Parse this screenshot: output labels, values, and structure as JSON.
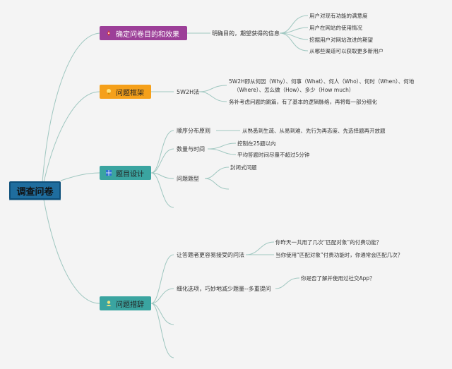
{
  "root": {
    "label": "调查问卷"
  },
  "topics": [
    {
      "label": "确定问卷目的和效果",
      "icon": "compass-icon",
      "color": "#9c3f98",
      "sub": [
        {
          "label": "明确目的，期望获得的信息",
          "items": [
            "用户对现有功能的满意度",
            "用户在网站的使用情况",
            "挖掘用户对网站改进的期望",
            "从哪些渠道可以获取更多新用户"
          ]
        }
      ]
    },
    {
      "label": "问题框架",
      "icon": "lightbulb-icon",
      "color": "#f5a01a",
      "sub": [
        {
          "label": "5W2H法",
          "items": [
            "5W2H即从何因（Why）、何事（What）、何人（Who）、何时（When）、何地",
            "（Where）、怎么做（How）、多少（How much）",
            "务补考虑问题的跳篇，有了基本的逻辑脉络，再将每一部分细化"
          ]
        }
      ]
    },
    {
      "label": "题目设计",
      "icon": "grid-icon",
      "color": "#3aa4a0",
      "sub": [
        {
          "label": "顺序分布原则",
          "items": [
            "从熟悉到生疏、从易到难、先行为再态度、先选择题再开放题"
          ]
        },
        {
          "label": "数量与时间",
          "items": [
            "控制在25题以内",
            "平均答题时间尽量不超过5分钟"
          ]
        },
        {
          "label": "问题题型",
          "items": [
            "封闭式问题"
          ]
        }
      ]
    },
    {
      "label": "问题措辞",
      "icon": "person-icon",
      "color": "#3aa4a0",
      "sub": [
        {
          "label": "让答题者更容易接受的问法",
          "items": [
            "你昨天一共用了几次“匹配对象”的付费功能？",
            "当你使用“匹配对象”付费功能时，你通常会匹配几次？"
          ]
        },
        {
          "label": "细化选项，巧妙地减少题量--多重提问",
          "items": [
            "你是否了解并使用过社交App？"
          ]
        }
      ]
    }
  ]
}
